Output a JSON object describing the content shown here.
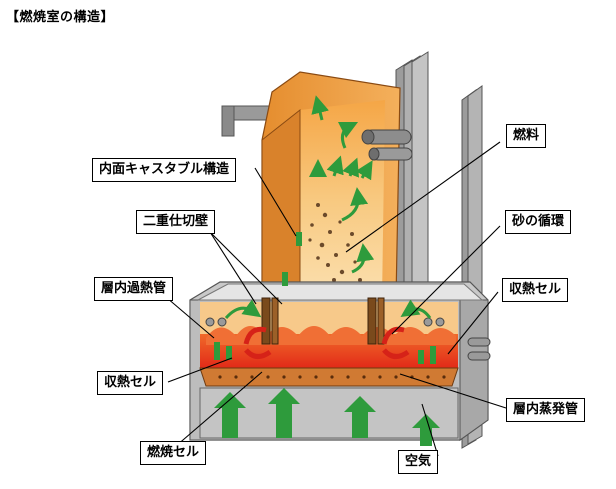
{
  "title": "【燃焼室の構造】",
  "labels": {
    "inner_castable": "内面キャスタブル構造",
    "double_partition": "二重仕切壁",
    "in_bed_superheater": "層内過熱管",
    "heat_recovery_cell_left": "収熱セル",
    "combustion_cell": "燃焼セル",
    "fuel": "燃料",
    "sand_circulation": "砂の循環",
    "heat_recovery_cell_right": "収熱セル",
    "in_bed_evaporator": "層内蒸発管",
    "air": "空気"
  },
  "colors": {
    "refractory": "#d9822b",
    "hot_bed": "#e8381c",
    "flame": "#f7a33a",
    "steel": "#8a8a8a",
    "flow_arrow": "#2e9b3c",
    "circulation_arrow": "#d62218"
  }
}
